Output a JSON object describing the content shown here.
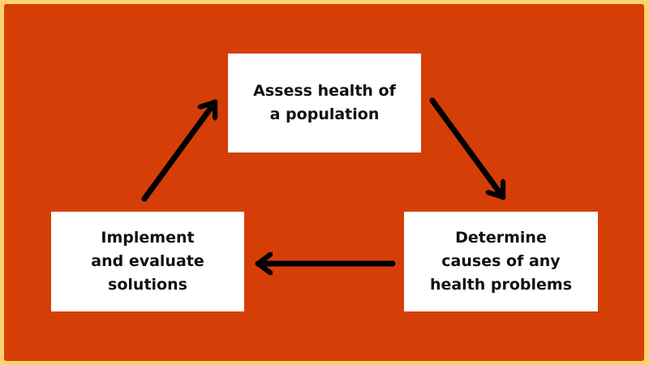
{
  "colors": {
    "background": "#d63e08",
    "frame": "#fdd16e",
    "box": "#ffffff",
    "arrow": "#000000"
  },
  "steps": [
    {
      "label": "Assess health of\na population"
    },
    {
      "label": "Determine\ncauses of any\nhealth problems"
    },
    {
      "label": "Implement\nand evaluate\nsolutions"
    }
  ]
}
